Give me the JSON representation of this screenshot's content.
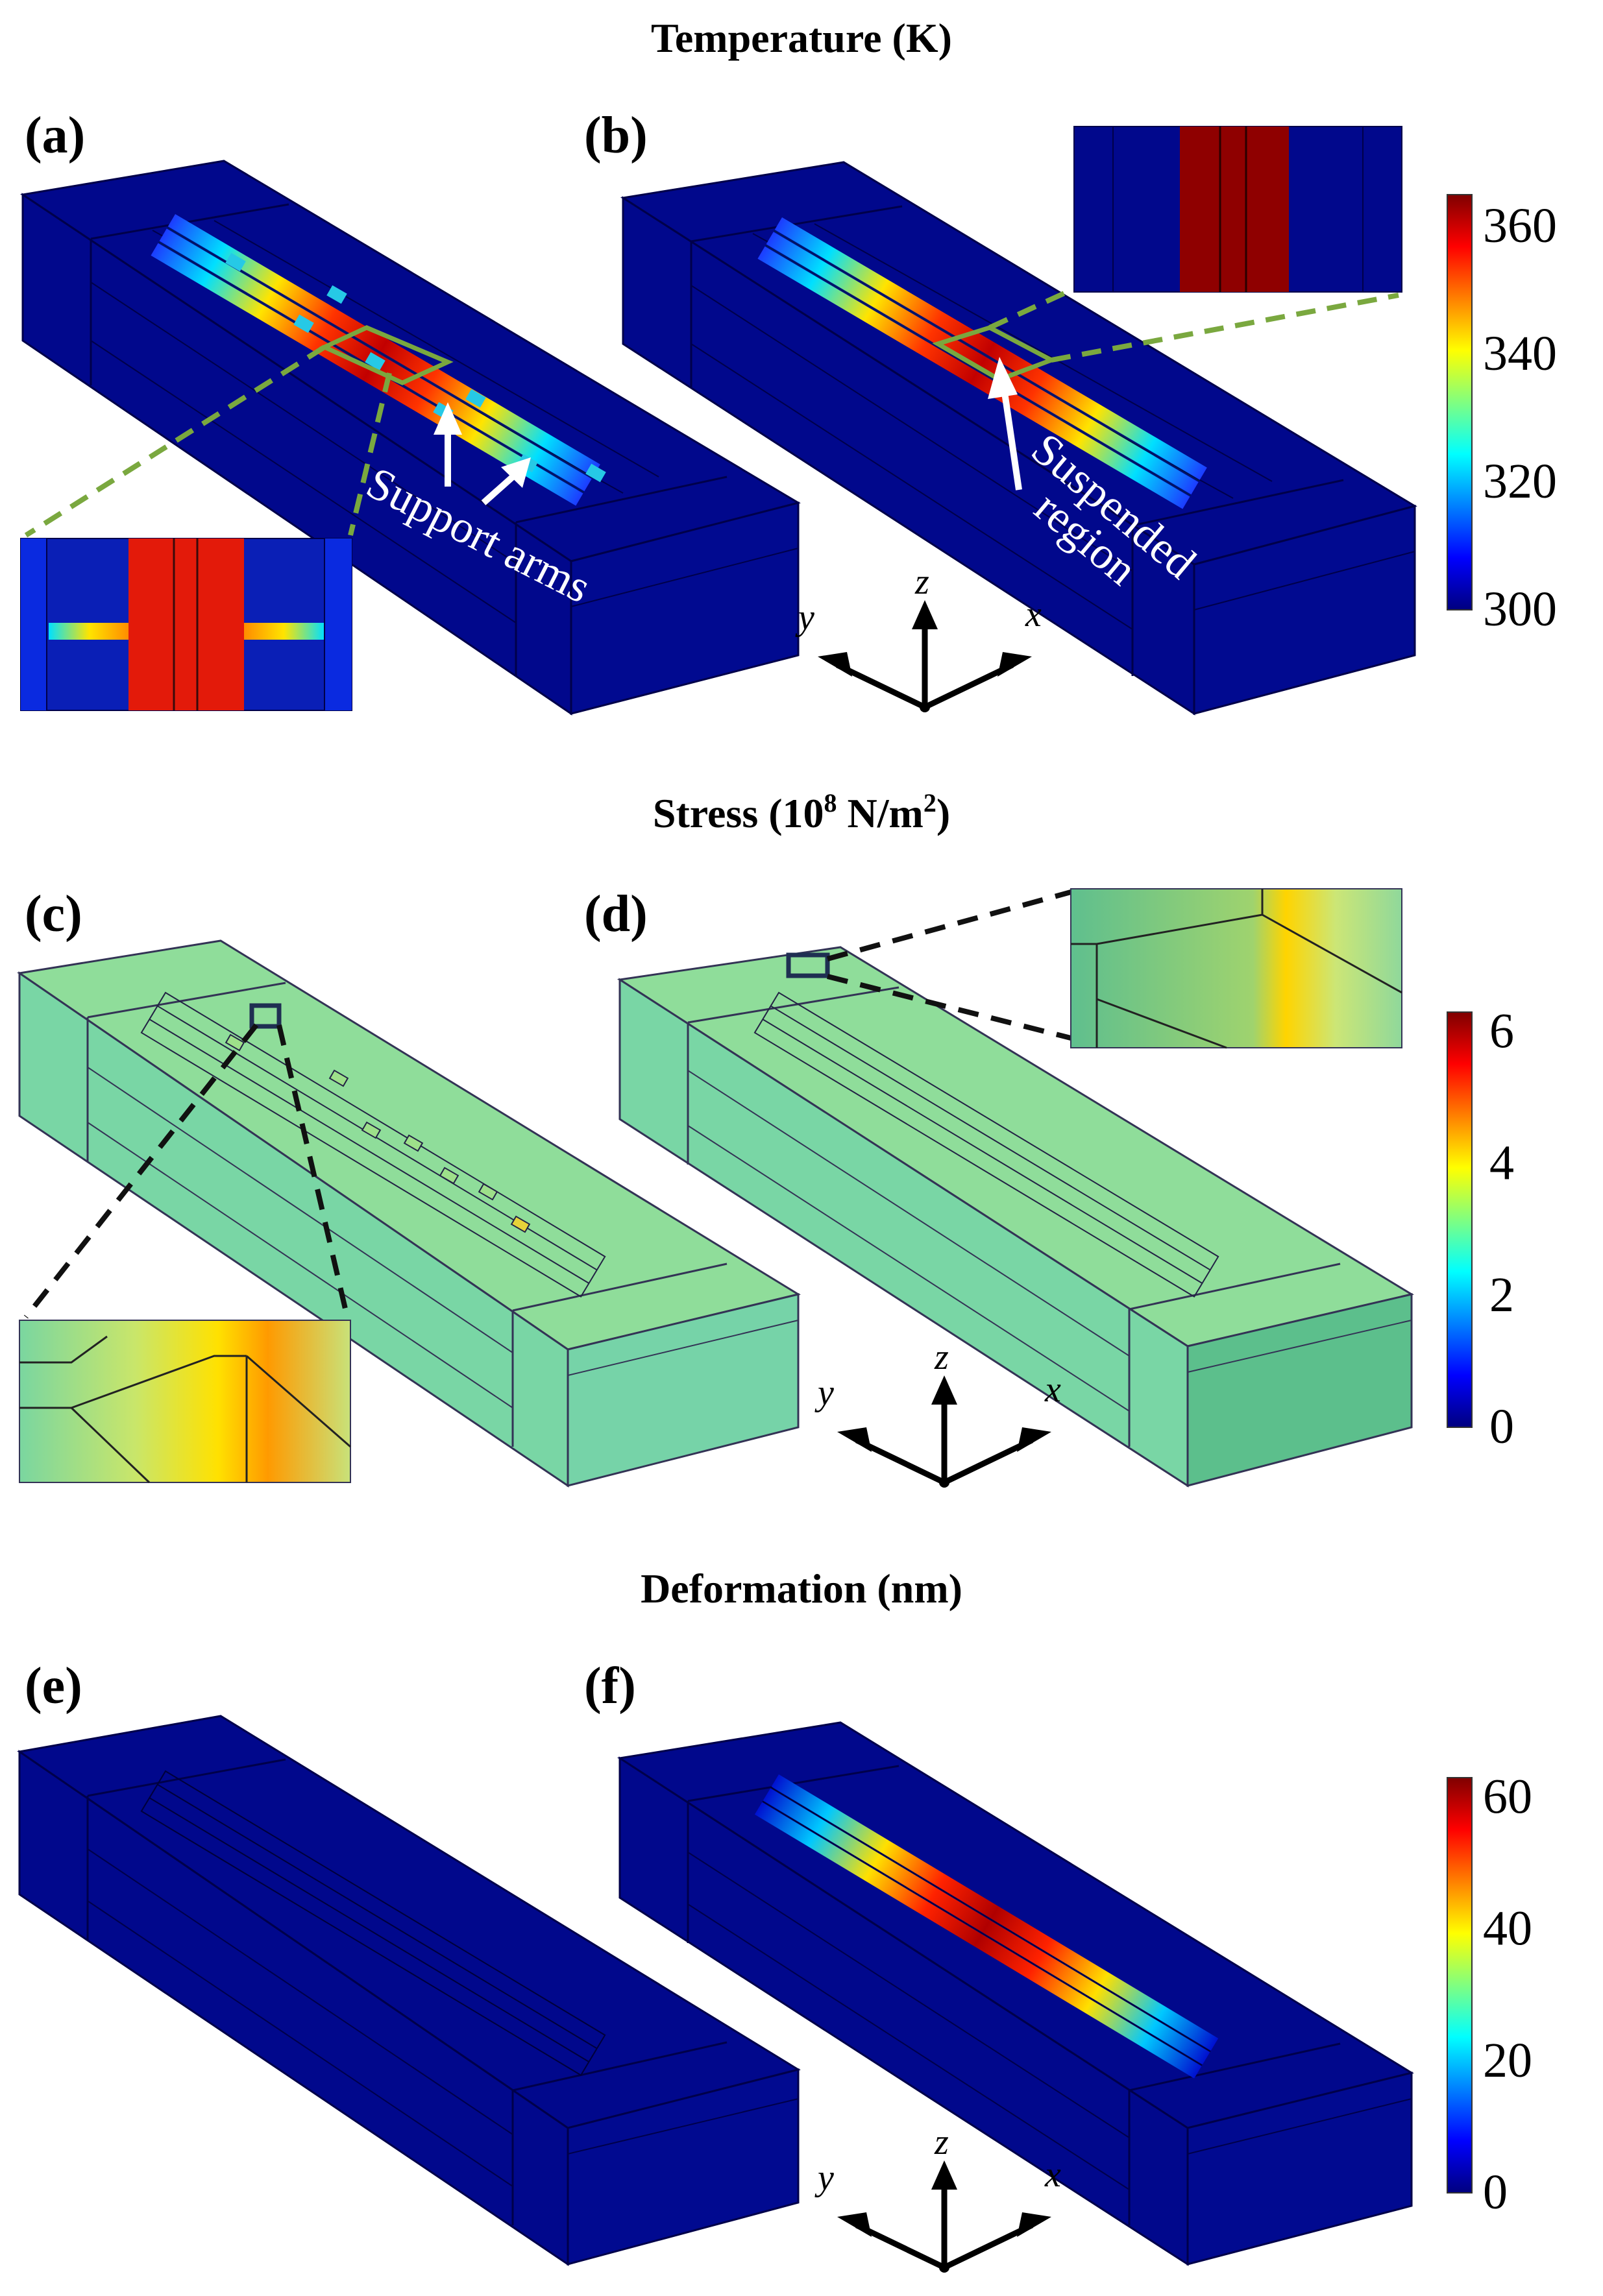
{
  "sections": {
    "temperature": {
      "title": "Temperature (K)"
    },
    "stress": {
      "title_main": "Stress (10",
      "title_sup_exp": "8",
      "title_unit": " N/m",
      "title_sup_unit": "2",
      "title_close": ")"
    },
    "deformation": {
      "title": "Deformation (nm)"
    }
  },
  "panels": {
    "a": {
      "label": "(a)",
      "annotation": "Support arms"
    },
    "b": {
      "label": "(b)",
      "annotation_line1": "Suspended",
      "annotation_line2": "region"
    },
    "c": {
      "label": "(c)"
    },
    "d": {
      "label": "(d)"
    },
    "e": {
      "label": "(e)"
    },
    "f": {
      "label": "(f)"
    }
  },
  "colorbars": {
    "temperature": {
      "ticks": [
        "360",
        "340",
        "320",
        "300"
      ],
      "values": [
        360,
        340,
        320,
        300
      ],
      "min": 300,
      "max": 365
    },
    "stress": {
      "ticks": [
        "6",
        "4",
        "2",
        "0"
      ],
      "values": [
        6,
        4,
        2,
        0
      ],
      "min": 0,
      "max": 6.3
    },
    "deformation": {
      "ticks": [
        "60",
        "40",
        "20",
        "0"
      ],
      "values": [
        60,
        40,
        20,
        0
      ],
      "min": 0,
      "max": 63
    }
  },
  "axes": {
    "x": "x",
    "y": "y",
    "z": "z"
  },
  "colors": {
    "colormap": [
      "#00007f",
      "#0000ff",
      "#0080ff",
      "#00ffff",
      "#80ff80",
      "#ffff00",
      "#ff8000",
      "#ff0000",
      "#7f0000"
    ],
    "temperature_base": "#01088c",
    "stress_base": "#7ad6a0",
    "deformation_base": "#01088c",
    "inset_outline_temp": "#7aa83f",
    "inset_outline_stress": "#1f2f52"
  }
}
